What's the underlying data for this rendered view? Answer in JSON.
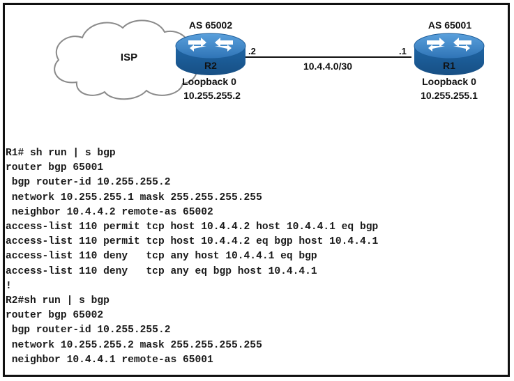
{
  "diagram": {
    "isp_label": "ISP",
    "r2": {
      "label": "R2",
      "as_label": "AS 65002",
      "loopback_label": "Loopback 0",
      "loopback_ip": "10.255.255.2",
      "interface_label": ".2"
    },
    "r1": {
      "label": "R1",
      "as_label": "AS 65001",
      "loopback_label": "Loopback 0",
      "loopback_ip": "10.255.255.1",
      "interface_label": ".1"
    },
    "link_label": "10.4.4.0/30",
    "colors": {
      "router_top": "#3d84c4",
      "router_side": "#1d5d99",
      "router_arrow": "#ffffff",
      "cloud_fill": "#ffffff",
      "cloud_stroke": "#8a8a8a"
    }
  },
  "config_lines": [
    "R1# sh run | s bgp",
    "router bgp 65001",
    " bgp router-id 10.255.255.2",
    " network 10.255.255.1 mask 255.255.255.255",
    " neighbor 10.4.4.2 remote-as 65002",
    "access-list 110 permit tcp host 10.4.4.2 host 10.4.4.1 eq bgp",
    "access-list 110 permit tcp host 10.4.4.2 eq bgp host 10.4.4.1",
    "access-list 110 deny   tcp any host 10.4.4.1 eq bgp",
    "access-list 110 deny   tcp any eq bgp host 10.4.4.1",
    "!",
    "R2#sh run | s bgp",
    "router bgp 65002",
    " bgp router-id 10.255.255.2",
    " network 10.255.255.2 mask 255.255.255.255",
    " neighbor 10.4.4.1 remote-as 65001"
  ]
}
